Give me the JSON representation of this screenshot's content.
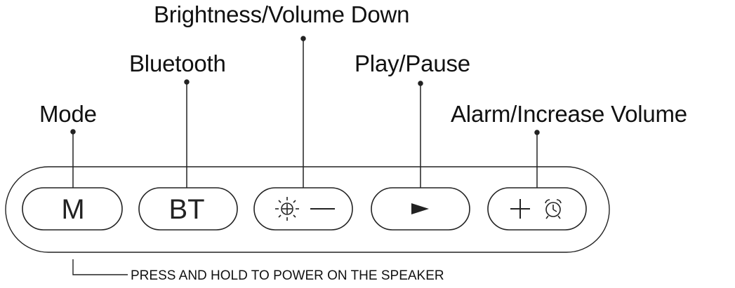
{
  "labels": {
    "mode": "Mode",
    "bluetooth": "Bluetooth",
    "brightness_volume_down": "Brightness/Volume Down",
    "play_pause": "Play/Pause",
    "alarm_increase_volume": "Alarm/Increase Volume"
  },
  "buttons": {
    "mode": "M",
    "bluetooth": "BT"
  },
  "icons": {
    "brightness": "sun-icon",
    "volume_down": "minus-icon",
    "play": "play-icon",
    "volume_up": "plus-icon",
    "alarm": "alarm-clock-icon"
  },
  "note": "PRESS AND HOLD TO POWER ON THE SPEAKER"
}
